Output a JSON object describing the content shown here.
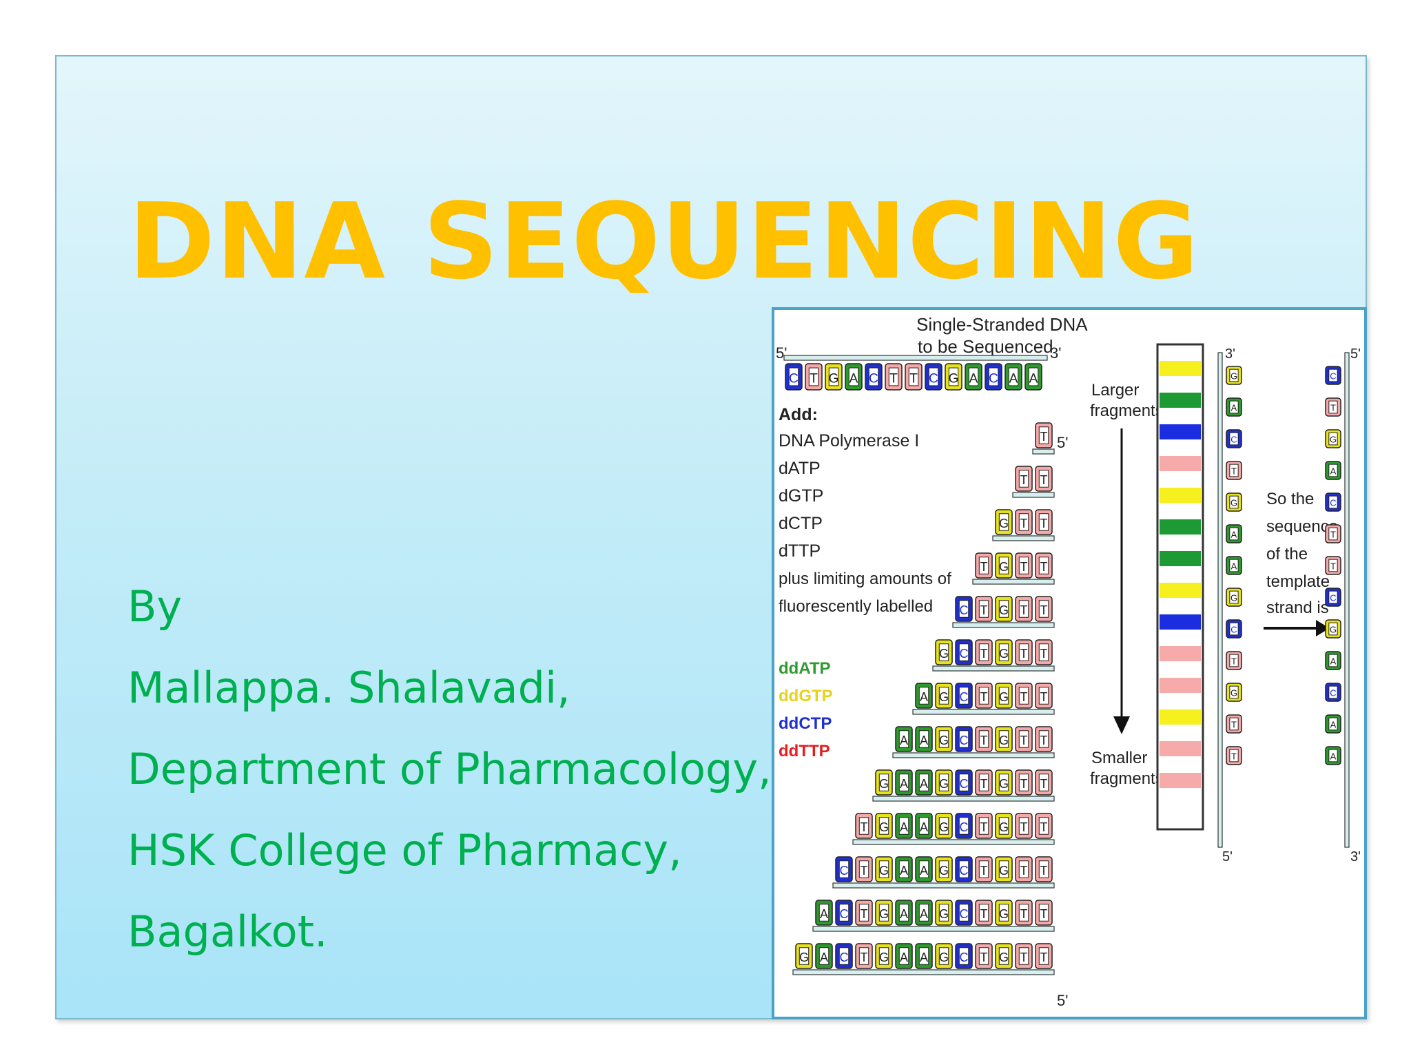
{
  "slide": {
    "title": "DNA SEQUENCING",
    "author_lines": [
      "By",
      "Mallappa. Shalavadi,",
      "Department of Pharmacology,",
      "HSK College of Pharmacy,",
      "Bagalkot."
    ]
  },
  "figure": {
    "heading_line1": "Single-Stranded DNA",
    "heading_line2": "to be Sequenced",
    "five_prime": "5'",
    "three_prime": "3'",
    "template_sequence": [
      "C",
      "T",
      "G",
      "A",
      "C",
      "T",
      "T",
      "C",
      "G",
      "A",
      "C",
      "A",
      "A"
    ],
    "add_label": "Add:",
    "reagents": [
      "DNA Polymerase I",
      "dATP",
      "dGTP",
      "dCTP",
      "dTTP"
    ],
    "limiting_text_line1": "plus limiting amounts of",
    "limiting_text_line2": "fluorescently labelled",
    "dideoxy": [
      {
        "label": "ddATP",
        "color": "#2e9a2e"
      },
      {
        "label": "ddGTP",
        "color": "#e8d21a"
      },
      {
        "label": "ddCTP",
        "color": "#1f2fd0"
      },
      {
        "label": "ddTTP",
        "color": "#e02020"
      }
    ],
    "fragments": [
      [
        "T"
      ],
      [
        "T",
        "T"
      ],
      [
        "G",
        "T",
        "T"
      ],
      [
        "T",
        "G",
        "T",
        "T"
      ],
      [
        "C",
        "T",
        "G",
        "T",
        "T"
      ],
      [
        "G",
        "C",
        "T",
        "G",
        "T",
        "T"
      ],
      [
        "A",
        "G",
        "C",
        "T",
        "G",
        "T",
        "T"
      ],
      [
        "A",
        "A",
        "G",
        "C",
        "T",
        "G",
        "T",
        "T"
      ],
      [
        "G",
        "A",
        "A",
        "G",
        "C",
        "T",
        "G",
        "T",
        "T"
      ],
      [
        "T",
        "G",
        "A",
        "A",
        "G",
        "C",
        "T",
        "G",
        "T",
        "T"
      ],
      [
        "C",
        "T",
        "G",
        "A",
        "A",
        "G",
        "C",
        "T",
        "G",
        "T",
        "T"
      ],
      [
        "A",
        "C",
        "T",
        "G",
        "A",
        "A",
        "G",
        "C",
        "T",
        "G",
        "T",
        "T"
      ],
      [
        "G",
        "A",
        "C",
        "T",
        "G",
        "A",
        "A",
        "G",
        "C",
        "T",
        "G",
        "T",
        "T"
      ]
    ],
    "larger_fragments": "Larger fragments",
    "smaller_fragments": "Smaller fragments",
    "gel_bands": [
      "yellow",
      "green",
      "blue",
      "pink",
      "yellow",
      "green",
      "green",
      "yellow",
      "blue",
      "pink",
      "pink",
      "yellow",
      "pink",
      "pink"
    ],
    "read_sequence": [
      "G",
      "A",
      "C",
      "T",
      "G",
      "A",
      "A",
      "G",
      "C",
      "T",
      "G",
      "T",
      "T"
    ],
    "conclusion_text": [
      "So the",
      "sequence",
      "of the",
      "template",
      "strand is"
    ],
    "result_sequence": [
      "C",
      "T",
      "G",
      "A",
      "C",
      "T",
      "T",
      "C",
      "G",
      "A",
      "C",
      "A",
      "A"
    ],
    "base_colors": {
      "A": "#2e9a2e",
      "G": "#e8e21a",
      "C": "#1f2fd0",
      "T": "#f4a8a8"
    }
  }
}
